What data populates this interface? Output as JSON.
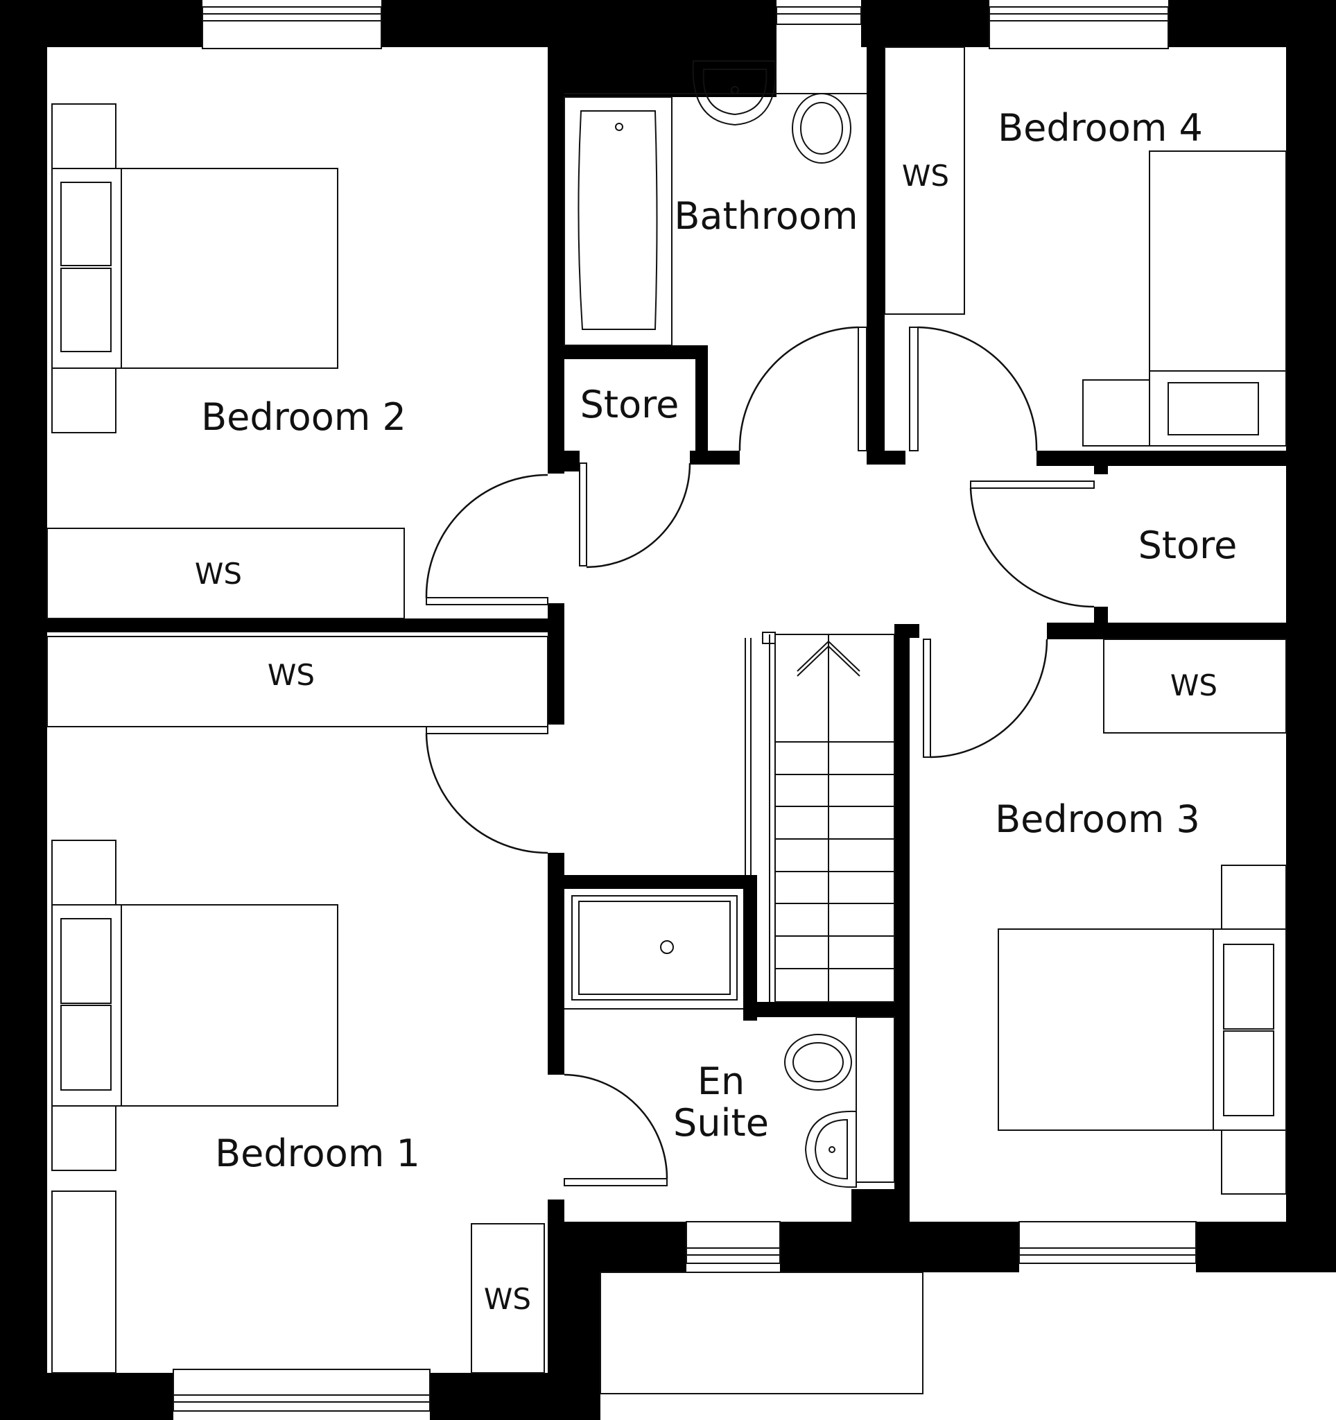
{
  "rooms": {
    "bedroom1": "Bedroom 1",
    "bedroom2": "Bedroom 2",
    "bedroom3": "Bedroom 3",
    "bedroom4": "Bedroom 4",
    "bathroom": "Bathroom",
    "store_a": "Store",
    "store_b": "Store",
    "ensuite_line1": "En",
    "ensuite_line2": "Suite"
  },
  "wardrobes": {
    "bed2": "WS",
    "bed1_top": "WS",
    "bed1_corner": "WS",
    "bed3": "WS",
    "bed4": "WS"
  },
  "colors": {
    "wall": "#000000",
    "line": "#111111",
    "background": "#ffffff"
  }
}
